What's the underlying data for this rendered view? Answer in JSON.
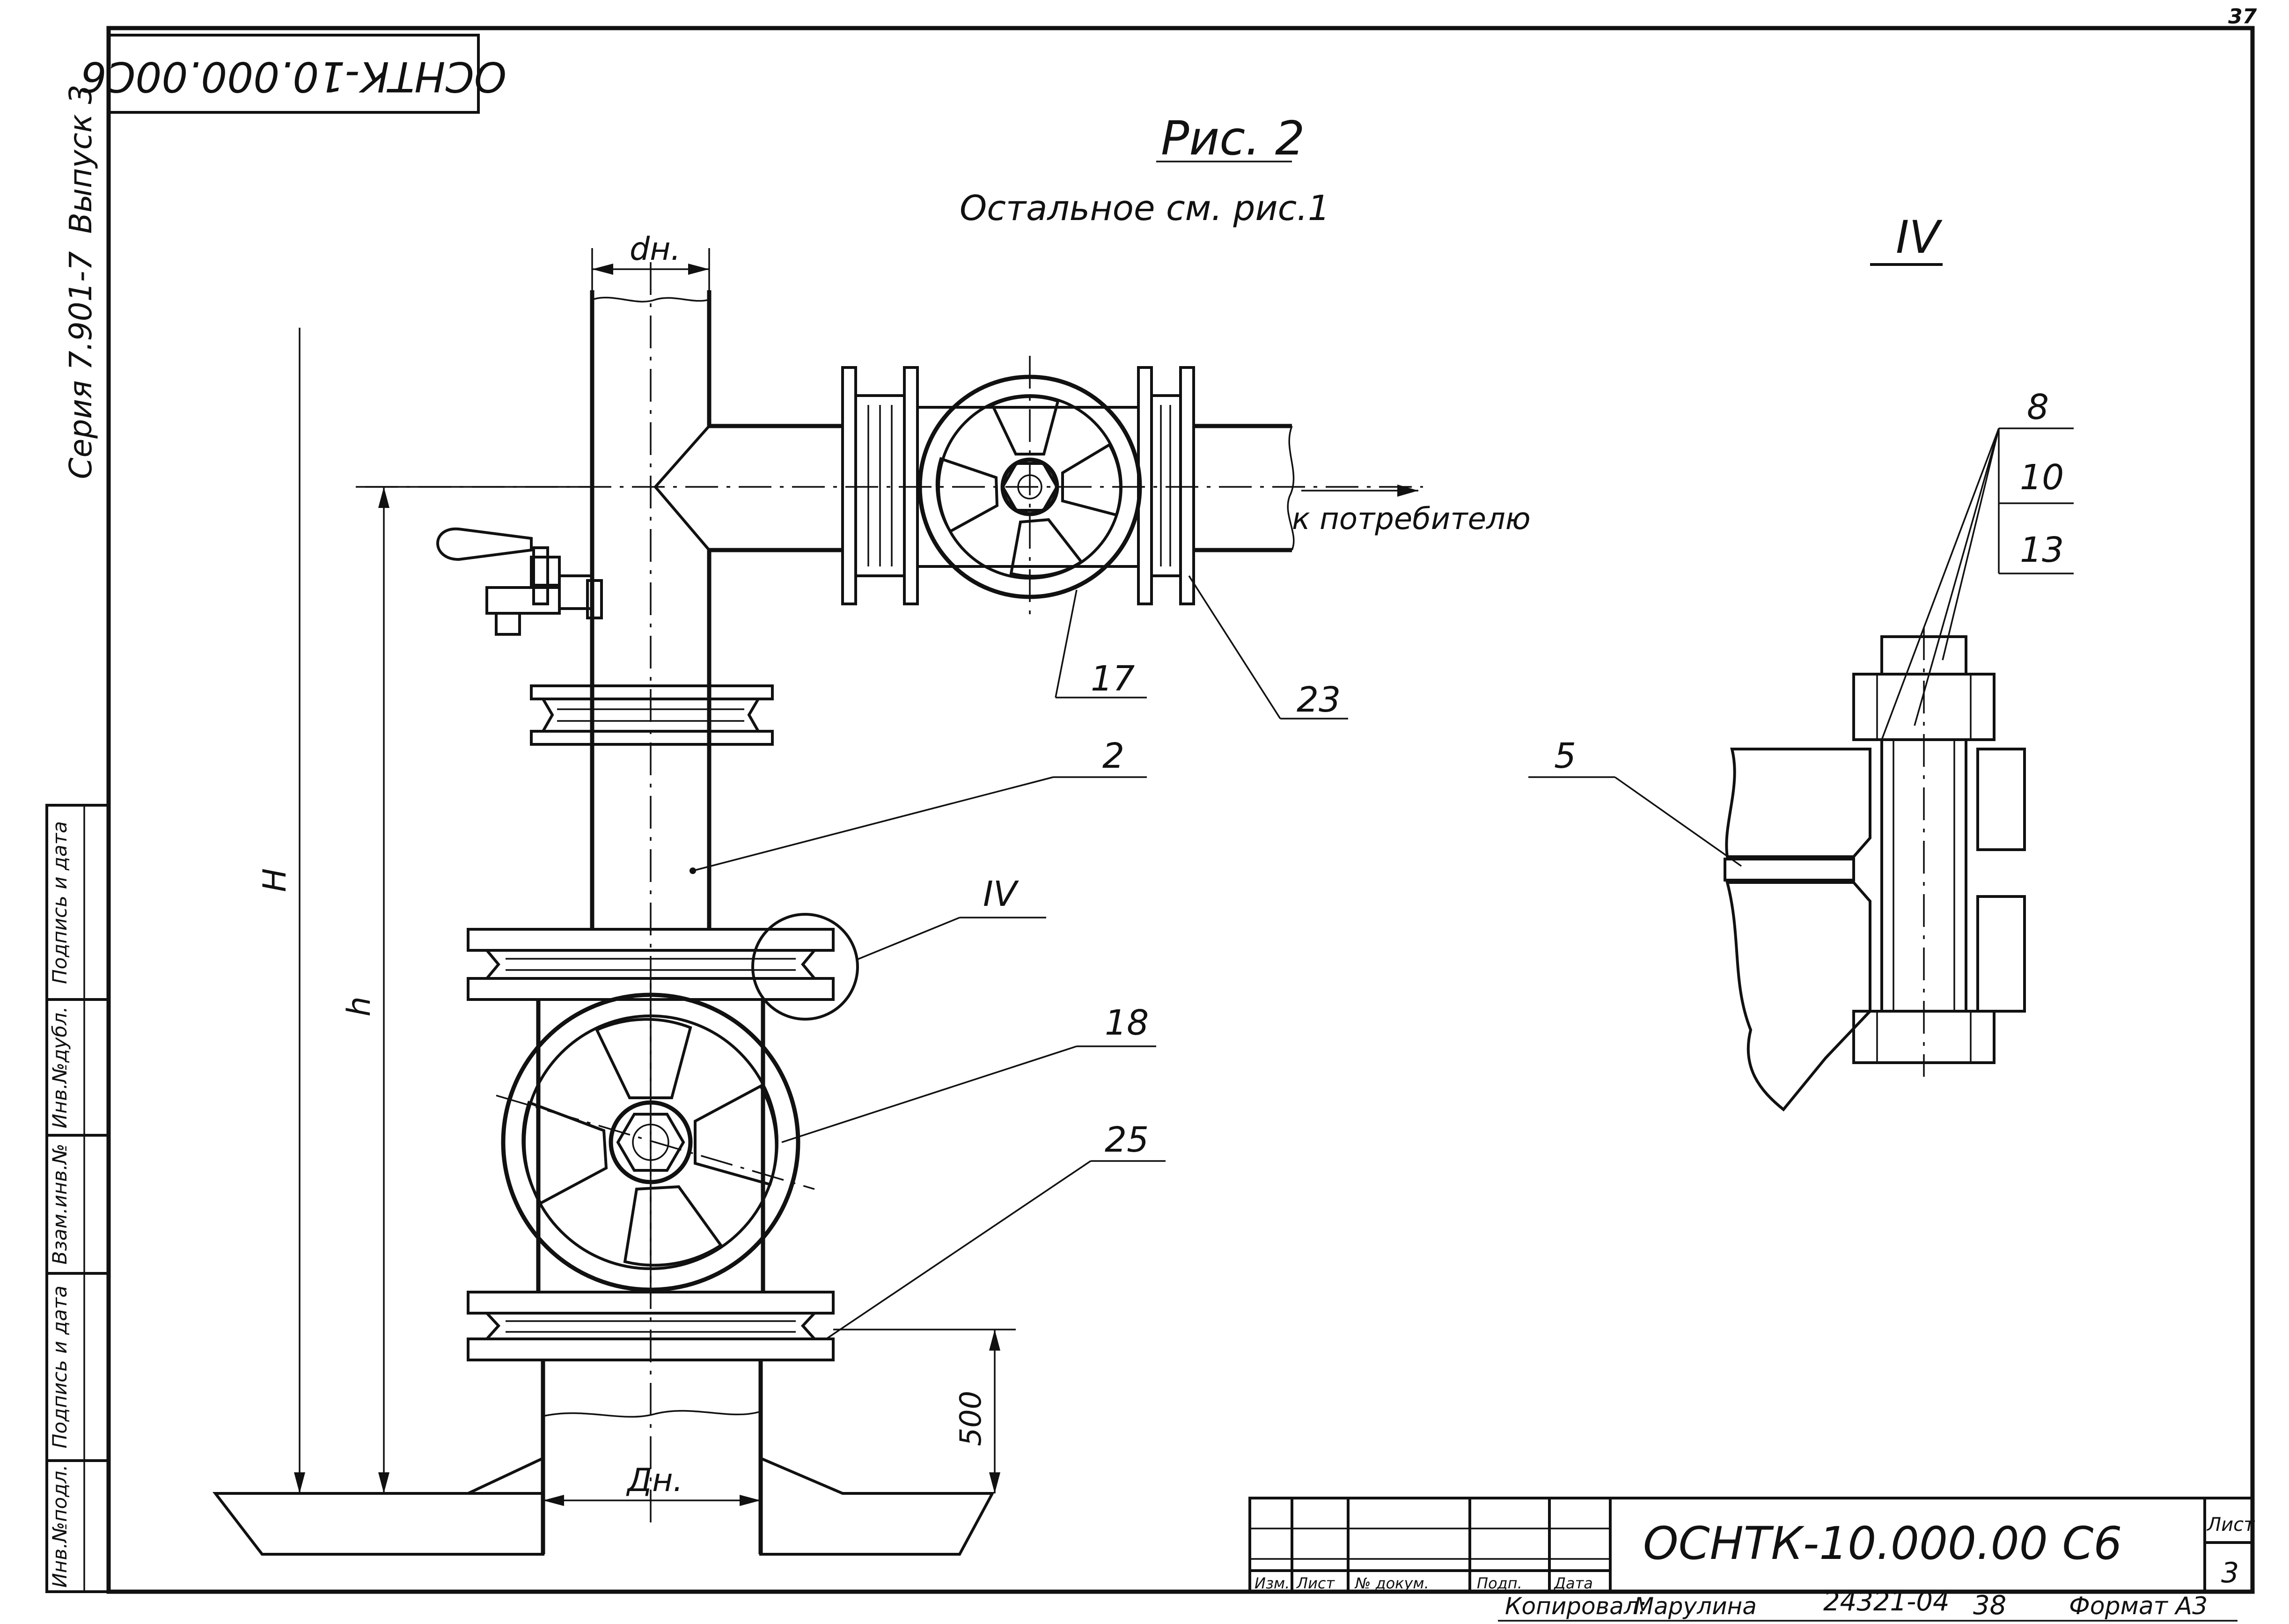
{
  "sheet": {
    "page_number": "37",
    "side_code": "ОСНТК-10.000.00С6",
    "series": "Серия 7.901-7",
    "issue": "Выпуск 3"
  },
  "side_stamp": {
    "fields": [
      "Инв.№подл.",
      "Подпись и дата",
      "Взам.инв.№",
      "Инв.№дубл.",
      "Подпись и дата"
    ]
  },
  "figure": {
    "title": "Рис. 2",
    "subtitle": "Остальное см. рис.1",
    "to_consumer": "к потребителю",
    "dims": {
      "d_outer": "dн.",
      "D_outer": "Дн.",
      "H": "H",
      "h": "h",
      "clearance": "500"
    },
    "callouts": {
      "c2": "2",
      "c17": "17",
      "c23": "23",
      "c18": "18",
      "c25": "25",
      "c4": "IV"
    }
  },
  "detail": {
    "title": "IV",
    "callouts": [
      "8",
      "10",
      "13"
    ],
    "gasket_callout": "5"
  },
  "title_block": {
    "code": "ОСНТК-10.000.00 С6",
    "sheet_label": "Лист",
    "sheet_number": "3",
    "columns": [
      "Изм.",
      "Лист",
      "№ докум.",
      "Подп.",
      "Дата"
    ]
  },
  "footer": {
    "copied_by": "Копировал:",
    "copier": "Марулина",
    "order": "24321-04",
    "number": "38",
    "format": "Формат А3"
  }
}
